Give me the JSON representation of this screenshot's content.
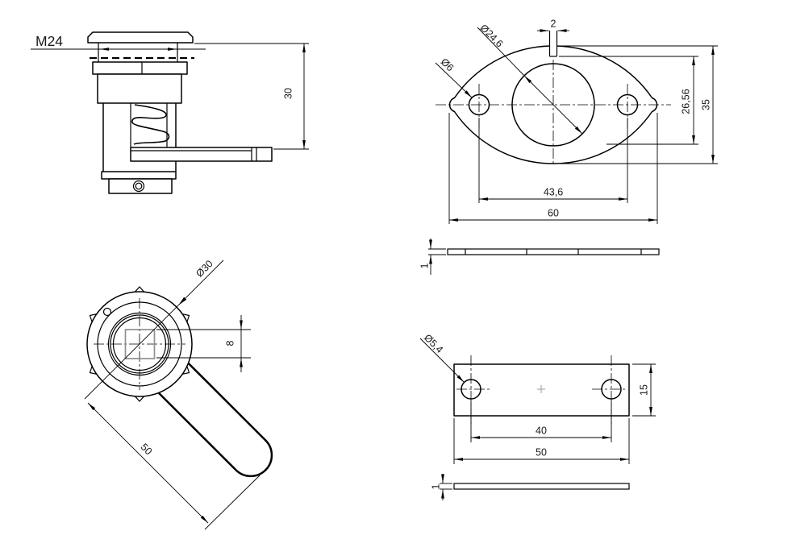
{
  "drawing": {
    "side": {
      "thread": "M24",
      "height": "30"
    },
    "flange": {
      "bore": "Ø24,6",
      "hole": "Ø6",
      "notch": "2",
      "offset": "26,56",
      "height": "35",
      "spacing": "43,6",
      "width": "60"
    },
    "flange_edge": {
      "thickness": "1"
    },
    "front": {
      "diameter": "Ø30",
      "square": "8",
      "lever": "50"
    },
    "plate": {
      "hole": "Ø5,4",
      "height": "15",
      "spacing": "40",
      "width": "50"
    },
    "plate_edge": {
      "thickness": "1"
    },
    "colors": {
      "line": "#000000",
      "text": "#1a1a1a",
      "aux": "#8f8f8f",
      "background": "#ffffff"
    }
  }
}
